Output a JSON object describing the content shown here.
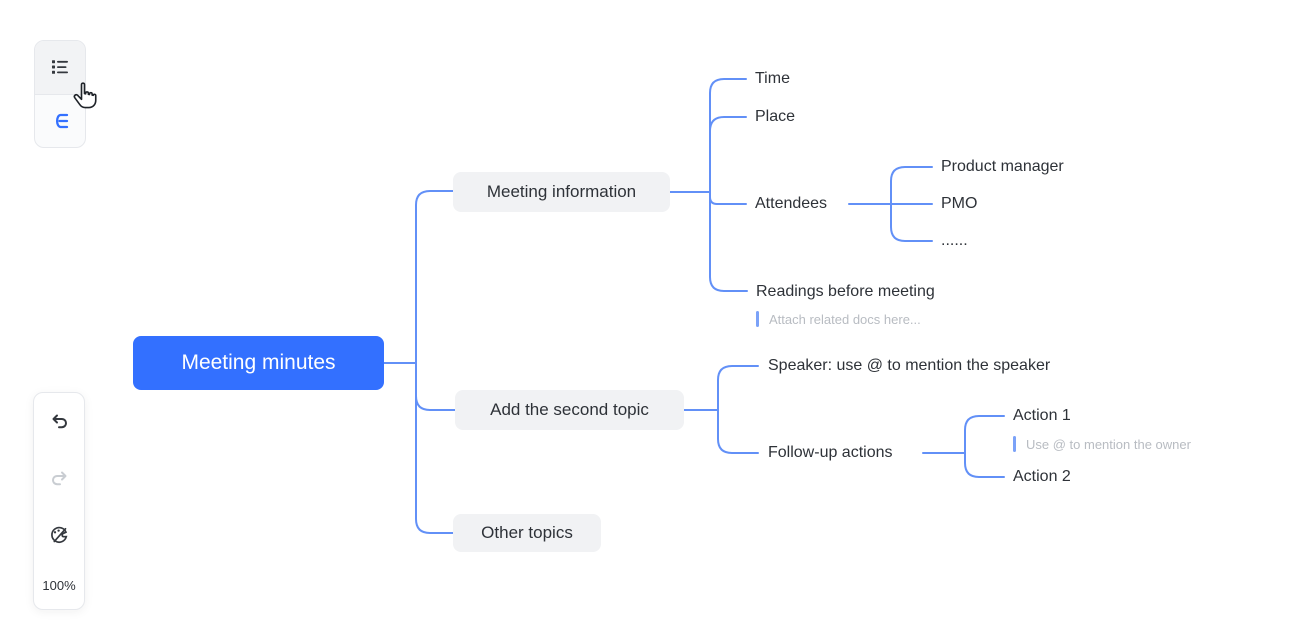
{
  "colors": {
    "accent": "#3370FF",
    "connector": "#6290F7",
    "node_bg": "#F1F2F4",
    "text": "#2E3238",
    "root_text": "#FFFFFF",
    "note_text": "#B8BCC2",
    "note_bar": "#7BA2F8",
    "icon_dark": "#34383E",
    "icon_disabled": "#C9CDD2",
    "panel_border": "#E6E8EC",
    "panel_bg": "#FFFFFF",
    "toolbar_bg": "#FAFBFC",
    "toolbar_hover_bg": "#F2F3F5"
  },
  "top_toolbar": {
    "buttons": [
      {
        "icon": "outline-list-icon"
      },
      {
        "icon": "mindmap-view-icon"
      }
    ]
  },
  "left_toolbar": {
    "undo": {
      "icon": "undo-icon",
      "enabled": true
    },
    "redo": {
      "icon": "redo-icon",
      "enabled": false
    },
    "theme": {
      "icon": "palette-icon"
    },
    "zoom_level": "100%"
  },
  "cursor": {
    "icon": "hand-pointer-icon"
  },
  "mindmap": {
    "root": {
      "label": "Meeting minutes"
    },
    "branches": [
      {
        "label": "Meeting information",
        "children": [
          {
            "label": "Time"
          },
          {
            "label": "Place"
          },
          {
            "label": "Attendees",
            "children": [
              {
                "label": "Product manager"
              },
              {
                "label": "PMO"
              },
              {
                "label": "......"
              }
            ]
          },
          {
            "label": "Readings before meeting",
            "note": "Attach related docs here..."
          }
        ]
      },
      {
        "label": "Add the second topic",
        "children": [
          {
            "label": "Speaker: use @ to mention the speaker"
          },
          {
            "label": "Follow-up actions",
            "children": [
              {
                "label": "Action 1",
                "note": "Use @ to mention the owner"
              },
              {
                "label": "Action 2"
              }
            ]
          }
        ]
      },
      {
        "label": "Other topics",
        "children": []
      }
    ]
  }
}
